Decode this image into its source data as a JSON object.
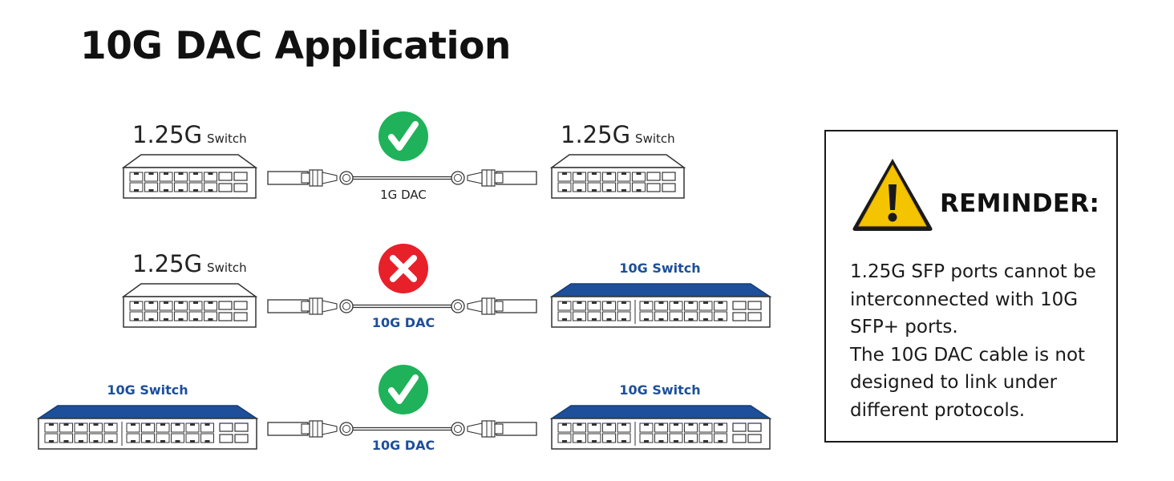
{
  "title": "10G DAC Application",
  "rows": [
    {
      "left": {
        "type": "1.25G",
        "speed": "1.25G",
        "suffix": "Switch"
      },
      "right": {
        "type": "1.25G",
        "speed": "1.25G",
        "suffix": "Switch"
      },
      "cable": "1G DAC",
      "compatible": true,
      "status_icon": "check-icon"
    },
    {
      "left": {
        "type": "1.25G",
        "speed": "1.25G",
        "suffix": "Switch"
      },
      "right": {
        "type": "10G",
        "label": "10G Switch"
      },
      "cable": "10G DAC",
      "compatible": false,
      "status_icon": "cross-icon"
    },
    {
      "left": {
        "type": "10G",
        "label": "10G Switch"
      },
      "right": {
        "type": "10G",
        "label": "10G Switch"
      },
      "cable": "10G DAC",
      "compatible": true,
      "status_icon": "check-icon"
    }
  ],
  "reminder": {
    "icon": "warning-icon",
    "title": "REMINDER:",
    "lines": [
      "1.25G SFP ports cannot be interconnected with 10G SFP+ ports.",
      "The 10G DAC cable is not designed to link under different protocols."
    ]
  },
  "colors": {
    "ok": "#1fb25a",
    "bad": "#e8202a",
    "blue": "#1d4f9a",
    "warning": "#f5c400"
  }
}
